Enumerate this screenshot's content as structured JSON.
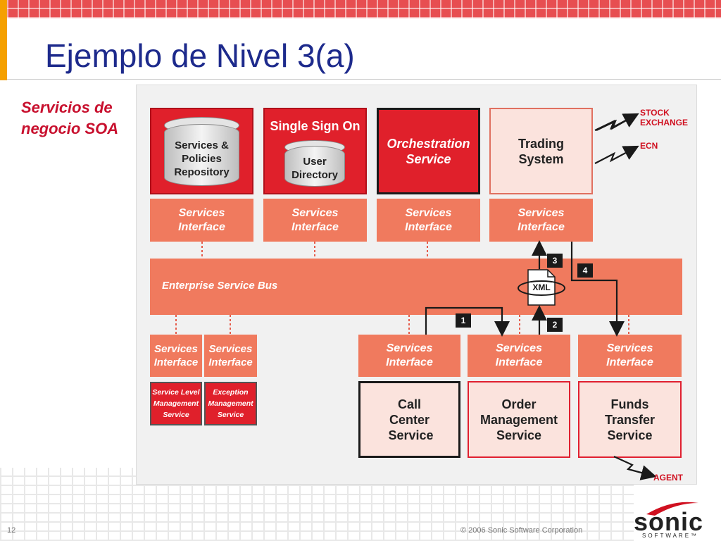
{
  "slide": {
    "title": "Ejemplo de Nivel 3(a)",
    "subtitle": "Servicios de negocio SOA",
    "page_number": "12",
    "copyright": "© 2006 Sonic Software Corporation",
    "logo_text": "sonic",
    "logo_sub": "SOFTWARE™"
  },
  "diagram": {
    "top_boxes": {
      "repository": "Services & Policies Repository",
      "sso_title": "Single Sign On",
      "user_directory": "User Directory",
      "orchestration": "Orchestration Service",
      "trading": "Trading System"
    },
    "services_interface": "Services Interface",
    "esb": "Enterprise Service Bus",
    "xml": "XML",
    "small_services": {
      "slm": "Service Level Management Service",
      "exception": "Exception Management Service"
    },
    "bottom_boxes": {
      "call_center": "Call Center Service",
      "order_mgmt": "Order Management Service",
      "funds_transfer": "Funds Transfer Service"
    },
    "external": {
      "stock_exchange": "STOCK EXCHANGE",
      "ecn": "ECN",
      "agent": "AGENT"
    },
    "steps": [
      "1",
      "2",
      "3",
      "4"
    ],
    "colors": {
      "red": "#e0202b",
      "salmon": "#f07a5e",
      "title_blue": "#1d2a8c",
      "subtitle_red": "#c8102e"
    }
  }
}
